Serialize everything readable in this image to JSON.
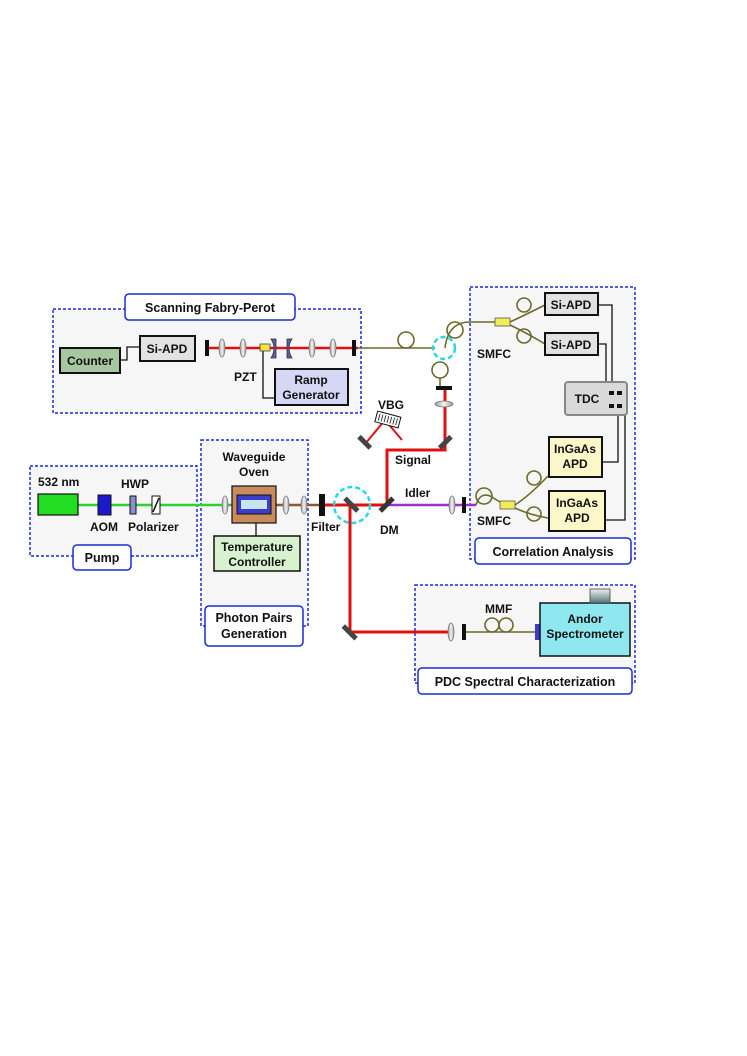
{
  "sections": {
    "scanning_fp": "Scanning Fabry-Perot",
    "correlation": "Correlation Analysis",
    "pump": "Pump",
    "photon_pairs": [
      "Photon Pairs",
      "Generation"
    ],
    "pdc": "PDC Spectral Characterization"
  },
  "devices": {
    "counter": "Counter",
    "si_apd": "Si-APD",
    "ramp_generator": [
      "Ramp",
      "Generator"
    ],
    "tdc": "TDC",
    "ingaas_apd": [
      "InGaAs",
      "APD"
    ],
    "temperature_controller": [
      "Temperature",
      "Controller"
    ],
    "waveguide_oven": [
      "Waveguide",
      "Oven"
    ],
    "andor_spectrometer": [
      "Andor",
      "Spectrometer"
    ],
    "laser": "532 nm"
  },
  "labels": {
    "pzt": "PZT",
    "smfc": "SMFC",
    "vbg": "VBG",
    "signal": "Signal",
    "idler": "Idler",
    "dm": "DM",
    "filter": "Filter",
    "hwp": "HWP",
    "aom": "AOM",
    "polarizer": "Polarizer",
    "mmf": "MMF"
  },
  "colors": {
    "section_border": "#1a2bd6",
    "pump_beam": "#2fd12f",
    "red_beam": "#e01010",
    "idler_beam": "#9b30d0",
    "fiber": "#6b6b2a",
    "highlight_circle": "#29d7e8",
    "counter_fill": "#a7c7a0",
    "si_apd_fill": "#e2e2e2",
    "ramp_fill": "#d6d6f5",
    "tdc_fill": "#d9d9d9",
    "ingaas_fill": "#fbf7c8",
    "temp_ctrl_fill": "#d8f2d0",
    "spectrometer_fill": "#8fe8f0",
    "oven_fill": "#c98b5a",
    "laser_fill": "#22dd22",
    "aom_fill": "#1a1acc"
  }
}
